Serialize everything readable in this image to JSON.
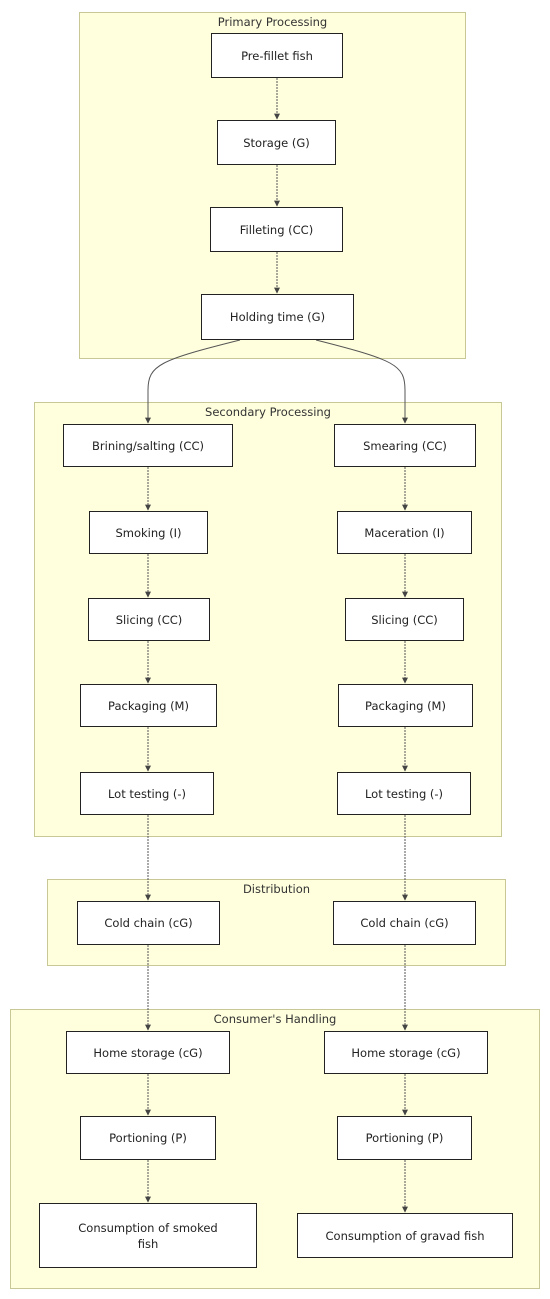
{
  "clusters": {
    "primary": "Primary Processing",
    "secondary": "Secondary Processing",
    "distribution": "Distribution",
    "consumer": "Consumer's Handling"
  },
  "nodes": {
    "pre_fillet": "Pre-fillet fish",
    "storage": "Storage (G)",
    "filleting": "Filleting (CC)",
    "holding": "Holding time (G)",
    "brining": "Brining/salting (CC)",
    "smoking": "Smoking (I)",
    "slicing_left": "Slicing (CC)",
    "packaging_left": "Packaging (M)",
    "lot_left": "Lot testing (-)",
    "smearing": "Smearing (CC)",
    "maceration": "Maceration (I)",
    "slicing_right": "Slicing (CC)",
    "packaging_right": "Packaging (M)",
    "lot_right": "Lot testing (-)",
    "cold_left": "Cold chain (cG)",
    "cold_right": "Cold chain (cG)",
    "home_left": "Home storage (cG)",
    "portion_left": "Portioning (P)",
    "consume_smoked": "Consumption of smoked fish",
    "home_right": "Home storage (cG)",
    "portion_right": "Portioning (P)",
    "consume_gravad": "Consumption of gravad fish"
  }
}
